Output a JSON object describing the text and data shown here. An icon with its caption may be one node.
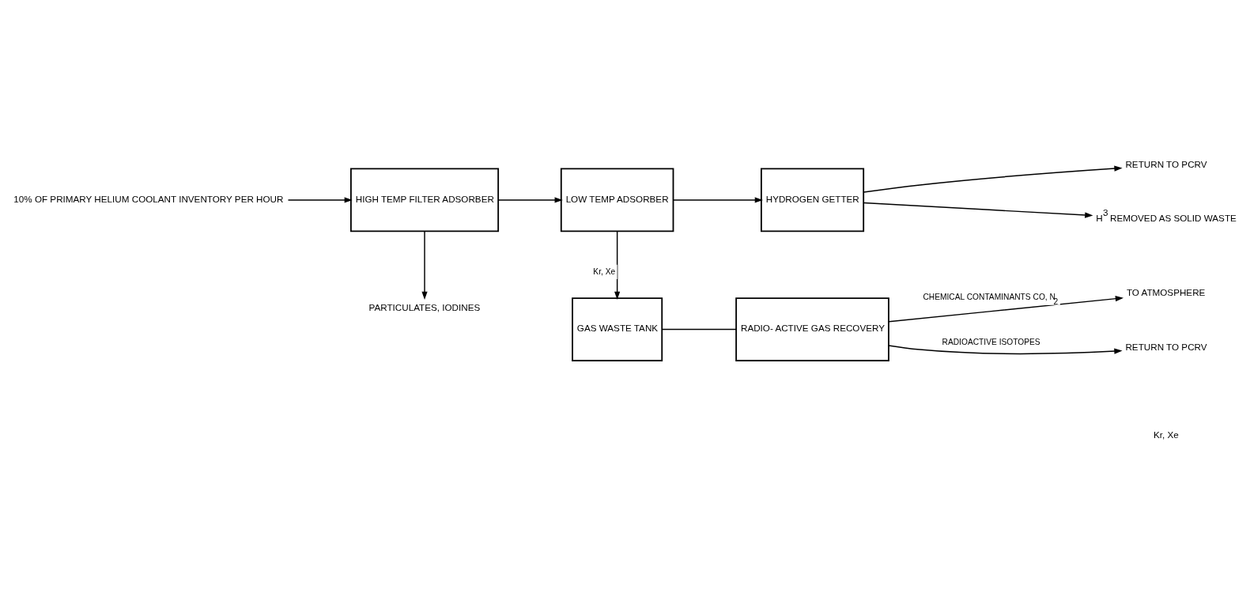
{
  "diagram": {
    "nodes": [
      {
        "text": [
          "10% OF PRIMARY HELIUM COOLANT INVENTORY PER HOUR"
        ]
      },
      {
        "text": [
          "HIGH TEMP FILTER ADSORBER"
        ]
      },
      {
        "text": [
          "LOW TEMP ADSORBER"
        ]
      },
      {
        "text": [
          "HYDROGEN GETTER"
        ]
      },
      {
        "text": [
          "RETURN TO PCRV"
        ]
      },
      {
        "text": [
          "PARTICULATES, IODINES"
        ]
      },
      {
        "text": [
          "H$^{3}$ REMOVED AS SOLID WASTE"
        ]
      },
      {
        "text": [
          "GAS WASTE TANK"
        ]
      },
      {
        "text": [
          "RADIO- ACTIVE GAS RECOVERY"
        ]
      },
      {
        "text": [
          "TO ATMOSPHERE"
        ]
      },
      {
        "text": [
          "RETURN TO PCRV"
        ]
      }
    ],
    "edges": [
      {
        "from": 0,
        "to": 1,
        "arrow": "to"
      },
      {
        "from": 1,
        "to": 2,
        "arrow": "to"
      },
      {
        "from": 2,
        "to": 3,
        "arrow": "to"
      },
      {
        "from": 3,
        "to": 4,
        "arrow": "to"
      },
      {
        "from": 1,
        "to": 5,
        "arrow": "to"
      },
      {
        "from": 3,
        "to": 6,
        "arrow": "to"
      },
      {
        "from": 2,
        "to": 7,
        "arrow": "to",
        "label": "Kr, Xe"
      },
      {
        "from": 7,
        "to": 8,
        "arrow": "none"
      },
      {
        "from": 8,
        "to": 9,
        "arrow": "to",
        "label": "CHEMICAL CONTAMINANTS CO, N$_{2}$"
      },
      {
        "from": 8,
        "to": 10,
        "arrow": "to",
        "label": "RADIOACTIVE ISOTOPES"
      }
    ],
    "labels": [
      "Kr, Xe"
    ]
  }
}
